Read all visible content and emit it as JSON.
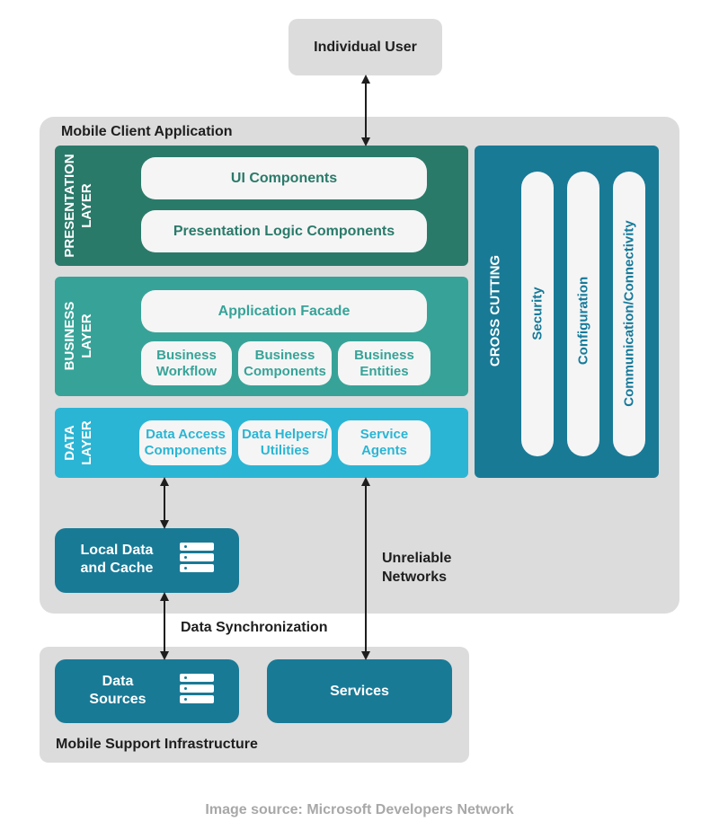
{
  "individual_user": "Individual User",
  "mobile_client": {
    "title": "Mobile Client Application",
    "presentation": {
      "label_line1": "PRESENTATION",
      "label_line2": "LAYER",
      "components": [
        "UI Components",
        "Presentation Logic Components"
      ]
    },
    "business": {
      "label_line1": "BUSINESS",
      "label_line2": "LAYER",
      "facade": "Application Facade",
      "components": [
        {
          "line1": "Business",
          "line2": "Workflow"
        },
        {
          "line1": "Business",
          "line2": "Components"
        },
        {
          "line1": "Business",
          "line2": "Entities"
        }
      ]
    },
    "data": {
      "label_line1": "DATA",
      "label_line2": "LAYER",
      "components": [
        {
          "line1": "Data Access",
          "line2": "Components"
        },
        {
          "line1": "Data Helpers/",
          "line2": "Utilities"
        },
        {
          "line1": "Service",
          "line2": "Agents"
        }
      ]
    },
    "cross_cutting": {
      "label": "CROSS CUTTING",
      "items": [
        "Security",
        "Configuration",
        "Communication/Connectivity"
      ]
    },
    "local_data": {
      "line1": "Local Data",
      "line2": "and Cache"
    }
  },
  "unreliable_networks": {
    "line1": "Unreliable",
    "line2": "Networks"
  },
  "data_sync": "Data Synchronization",
  "support": {
    "title": "Mobile Support Infrastructure",
    "data_sources": {
      "line1": "Data",
      "line2": "Sources"
    },
    "services": "Services"
  },
  "source_note": "Image source: Microsoft Developers Network",
  "colors": {
    "presentation": "#2a7a6a",
    "business": "#37a398",
    "data": "#2bb5d4",
    "dark_box": "#197a96",
    "container": "#dcdcdc"
  }
}
